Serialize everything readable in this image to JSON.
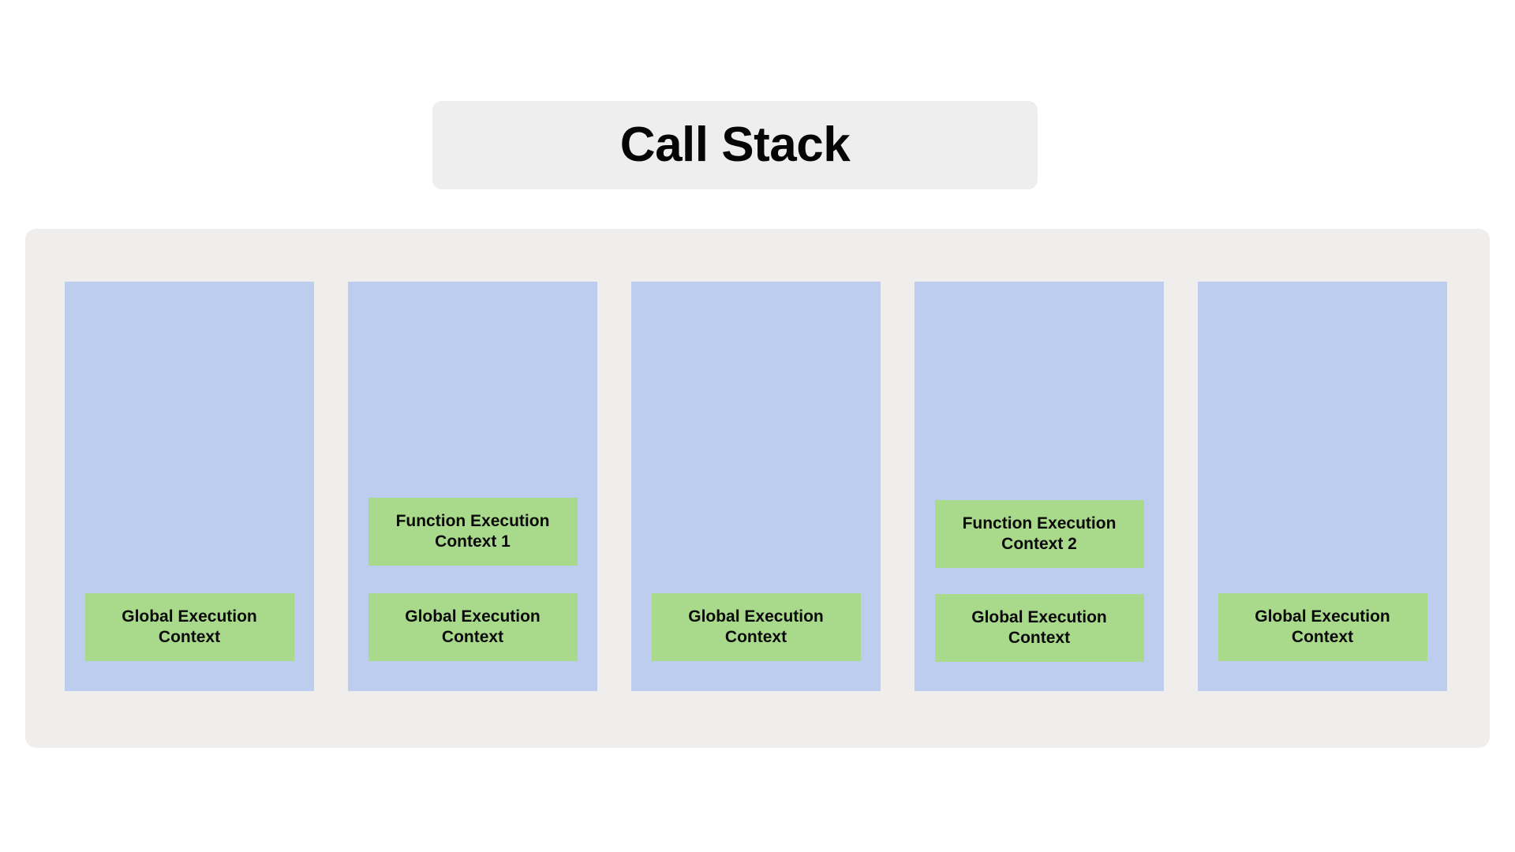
{
  "page": {
    "background_color": "#ffffff"
  },
  "title": {
    "text": "Call Stack",
    "background_color": "#eeeeee"
  },
  "panel": {
    "background_color": "#efeeed",
    "frame_color": "#bdcdee",
    "context_color": "#a9d98b"
  },
  "labels": {
    "global_execution_context": "Global Execution Context",
    "function_execution_context_1": "Function Execution Context 1",
    "function_execution_context_2": "Function Execution Context 2"
  },
  "frames": [
    {
      "index": 1,
      "name": "stack-state-1",
      "contexts": [
        {
          "type": "global",
          "label": "Global Execution Context"
        }
      ]
    },
    {
      "index": 2,
      "name": "stack-state-2",
      "contexts": [
        {
          "type": "function",
          "label": "Function Execution Context 1"
        },
        {
          "type": "global",
          "label": "Global Execution Context"
        }
      ]
    },
    {
      "index": 3,
      "name": "stack-state-3",
      "contexts": [
        {
          "type": "global",
          "label": "Global Execution Context"
        }
      ]
    },
    {
      "index": 4,
      "name": "stack-state-4",
      "contexts": [
        {
          "type": "function",
          "label": "Function Execution Context 2"
        },
        {
          "type": "global",
          "label": "Global Execution Context"
        }
      ]
    },
    {
      "index": 5,
      "name": "stack-state-5",
      "contexts": [
        {
          "type": "global",
          "label": "Global Execution Context"
        }
      ]
    }
  ]
}
